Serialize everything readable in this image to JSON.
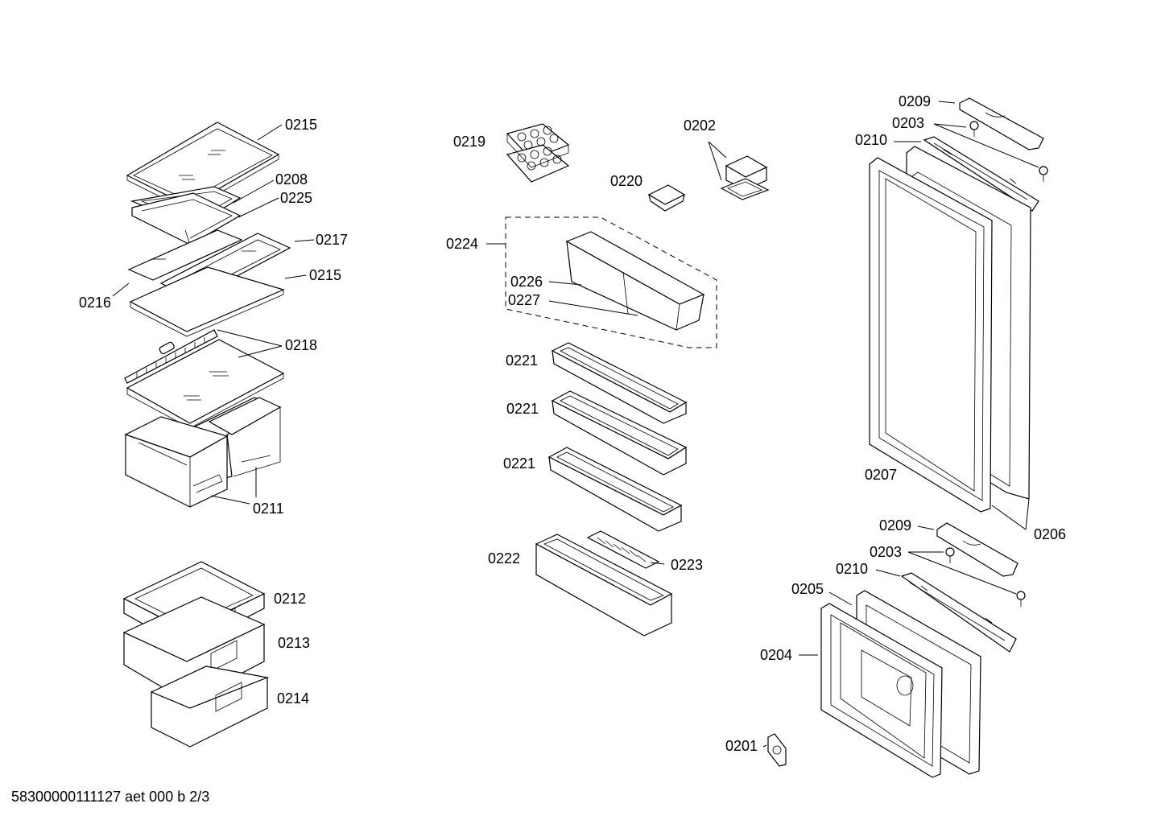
{
  "diagram": {
    "footer_text": "58300000111127 aet 000 b 2/3",
    "labels": {
      "l0215a": "0215",
      "l0208": "0208",
      "l0225": "0225",
      "l0217": "0217",
      "l0215b": "0215",
      "l0216": "0216",
      "l0218": "0218",
      "l0211": "0211",
      "l0212": "0212",
      "l0213": "0213",
      "l0214": "0214",
      "l0219": "0219",
      "l0202": "0202",
      "l0220": "0220",
      "l0224": "0224",
      "l0226": "0226",
      "l0227": "0227",
      "l0221a": "0221",
      "l0221b": "0221",
      "l0221c": "0221",
      "l0222": "0222",
      "l0223": "0223",
      "l0209a": "0209",
      "l0203a": "0203",
      "l0210a": "0210",
      "l0207": "0207",
      "l0206": "0206",
      "l0209b": "0209",
      "l0203b": "0203",
      "l0210b": "0210",
      "l0205": "0205",
      "l0204": "0204",
      "l0201": "0201"
    }
  }
}
